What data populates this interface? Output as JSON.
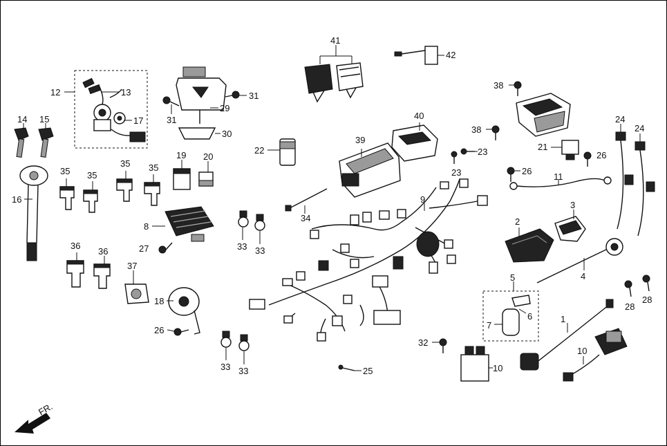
{
  "labels": {
    "n1": "1",
    "n2": "2",
    "n3": "3",
    "n4": "4",
    "n5": "5",
    "n6": "6",
    "n7": "7",
    "n8": "8",
    "n9": "9",
    "n10a": "10",
    "n10b": "10",
    "n11": "11",
    "n12": "12",
    "n13": "13",
    "n14": "14",
    "n15": "15",
    "n16": "16",
    "n17": "17",
    "n18": "18",
    "n19": "19",
    "n20": "20",
    "n21": "21",
    "n22": "22",
    "n23a": "23",
    "n23b": "23",
    "n24a": "24",
    "n24b": "24",
    "n25": "25",
    "n26a": "26",
    "n26b": "26",
    "n26c": "26",
    "n27": "27",
    "n28a": "28",
    "n28b": "28",
    "n29": "29",
    "n30": "30",
    "n31a": "31",
    "n31b": "31",
    "n32": "32",
    "n33a": "33",
    "n33b": "33",
    "n33c": "33",
    "n33d": "33",
    "n34": "34",
    "n35a": "35",
    "n35b": "35",
    "n35c": "35",
    "n35d": "35",
    "n36a": "36",
    "n36b": "36",
    "n37": "37",
    "n38a": "38",
    "n38b": "38",
    "n39": "39",
    "n40": "40",
    "n41": "41",
    "n42": "42"
  },
  "direction": {
    "label": "FR."
  },
  "colors": {
    "ink": "#111111",
    "fill_dark": "#222222",
    "fill_grey": "#9a9a9a",
    "background": "#ffffff"
  }
}
